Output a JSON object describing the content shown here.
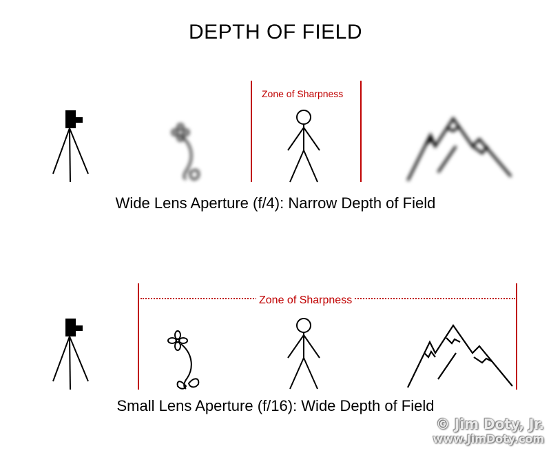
{
  "title": "DEPTH OF FIELD",
  "top_panel": {
    "zone_label": "Zone of Sharpness",
    "caption": "Wide Lens Aperture (f/4): Narrow Depth of Field"
  },
  "bottom_panel": {
    "zone_label": "Zone of Sharpness",
    "caption": "Small Lens Aperture (f/16): Wide Depth of Field"
  },
  "watermark": {
    "line1": "© Jim Doty, Jr.",
    "line2": "www.JimDoty.com"
  },
  "colors": {
    "zone": "#c00000",
    "ink": "#000000"
  }
}
